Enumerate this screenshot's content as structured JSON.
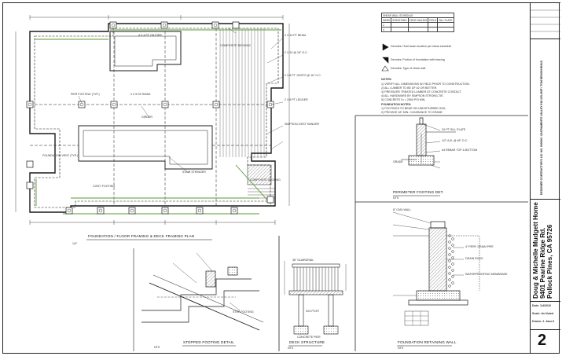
{
  "sheet": {
    "number": "2",
    "project_name": "Doug & Michelle Mudgett Home",
    "address_street": "9401 Pearine Ridge Rd.",
    "address_city": "Pollock Pines, CA 95726",
    "date": "Date: 1/4/2010",
    "scale": "Scale: As Noted",
    "drawn_by": "Drawn: J. Jass II",
    "designer_block": "DESIGNER CONTRACTOR'S LIC. NO. 000000 / SACRAMENTO VALLEY 916-123-4567 / TOM DESIGN BUILD"
  },
  "views": {
    "foundation_plan_title": "FOUNDATION / FLOOR FRAMING & DECK FRAMING PLAN",
    "foundation_plan_scale": "1/4\"",
    "perimeter_footing_title": "PERIMETER FOOTING DET.",
    "stepped_footing_title": "STEPPED FOOTING DETAIL",
    "deck_structure_title": "DECK STRUCTURE",
    "retaining_wall_title": "FOUNDATION RETAINING WALL",
    "nts_1": "NTS",
    "nts_2": "NTS",
    "nts_3": "NTS",
    "nts_4": "NTS"
  },
  "plan_callouts": {
    "composite_decking_top": "COMPOSITE DECKING",
    "composite_decking_bottom": "COMPOSITE DECKING",
    "pier_a": "4 X 4 PT ON PIER",
    "pier_b": "PIER FOOTING (TYP.)",
    "beam_a": "4 X 6 DF BEAM",
    "beam_b": "4 X 10 PT BEAM",
    "joist_a": "2 X 10 @ 16\" O.C.",
    "joist_b": "2 X 8 PT JOISTS @ 16\" O.C.",
    "ledger": "2 X 8 PT LEDGER",
    "girder": "GIRDER",
    "hanger": "SIMPSON JOIST HANGER",
    "vent": "FOUNDATION VENT (TYP.)",
    "footing": "CONT. FOOTING",
    "stair": "STAIR STRINGER"
  },
  "schedule": {
    "header": "SHEAR WALL SCHEDULE",
    "col_1": "MARK",
    "col_2": "SHEATHING",
    "col_3": "EDGE NAILING",
    "col_4": "FIELD",
    "col_5": "SILL PLATE",
    "row_1": "2",
    "row_2": "4"
  },
  "notes": {
    "legend_1": "Denotes: Hold down location per shear schedule",
    "legend_2": "Denotes: Portion of foundation with bracing",
    "legend_3": "Denotes: Type of shear wall",
    "notes_header": "NOTES:",
    "note_1": "1) VERIFY ALL DIMENSIONS IN FIELD PRIOR TO CONSTRUCTION.",
    "note_2": "2) ALL LUMBER TO BE DF #2 OR BETTER.",
    "note_3": "3) PRESSURE TREATED LUMBER AT CONCRETE CONTACT.",
    "note_4": "4) ALL HARDWARE BY SIMPSON STRONG-TIE.",
    "note_5": "5) CONCRETE f'c = 2500 PSI MIN.",
    "foundation_header": "FOUNDATION NOTES:",
    "fnote_1": "1) FOOTINGS TO BEAR ON UNDISTURBED SOIL.",
    "fnote_2": "2) PROVIDE 18\" MIN. CLEARANCE TO GRADE."
  },
  "detail_callouts": {
    "sill": "2X PT SILL PLATE",
    "anchor": "1/2\" A.B. @ 48\" O.C.",
    "rebar": "#4 REBAR TOP & BOTTOM",
    "grade": "GRADE",
    "drain": "4\" PERF. DRAIN PIPE",
    "gravel": "DRAIN ROCK",
    "waterproof": "WATERPROOFING MEMBRANE",
    "guard": "36\" GUARDRAIL",
    "post": "4X4 POST",
    "concrete_pier": "CONCRETE PIER",
    "step": "STEP FOOTING",
    "wall": "8\" CMU WALL"
  },
  "colors": {
    "line": "#1a1a1a",
    "joist_green": "#5a9a2e",
    "hatch": "#555555"
  }
}
